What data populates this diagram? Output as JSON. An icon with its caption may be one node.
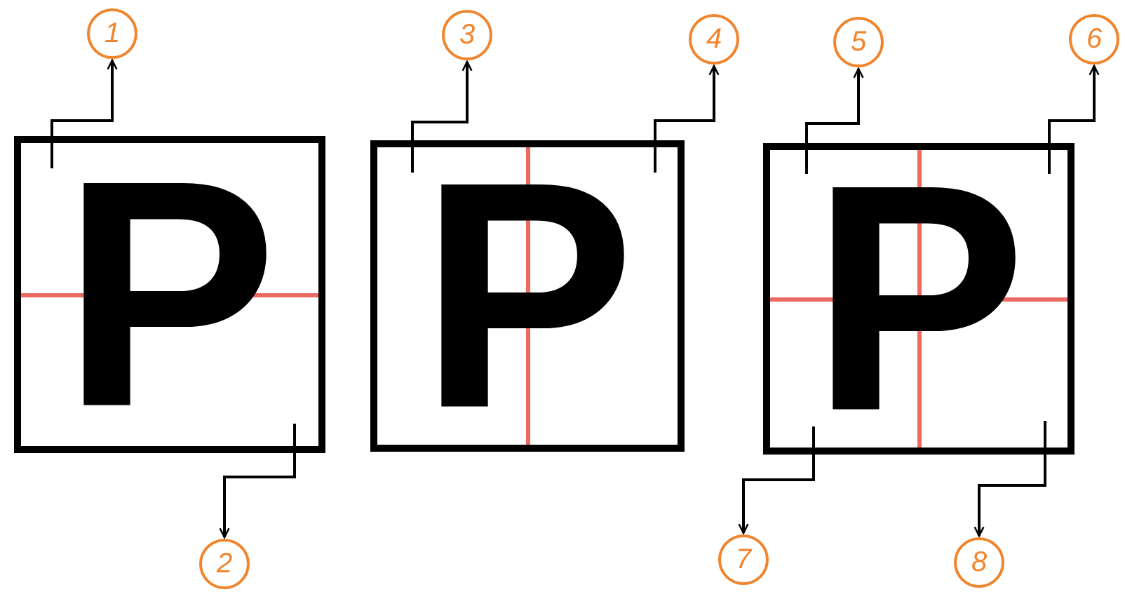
{
  "diagram": {
    "nodes": [
      {
        "text": [
          "P"
        ]
      },
      {
        "text": [
          "P"
        ]
      },
      {
        "text": [
          "P"
        ]
      },
      {
        "text": [
          "1"
        ]
      },
      {
        "text": [
          "2"
        ]
      },
      {
        "text": [
          "3"
        ]
      },
      {
        "text": [
          "4"
        ]
      },
      {
        "text": [
          "5"
        ]
      },
      {
        "text": [
          "6"
        ]
      },
      {
        "text": [
          "7"
        ]
      },
      {
        "text": [
          "8"
        ]
      }
    ],
    "edges": [
      {
        "from": 0,
        "to": 3,
        "arrow": "to"
      },
      {
        "from": 0,
        "to": 4,
        "arrow": "to"
      },
      {
        "from": 1,
        "to": 5,
        "arrow": "to"
      },
      {
        "from": 1,
        "to": 6,
        "arrow": "to"
      },
      {
        "from": 2,
        "to": 7,
        "arrow": "to"
      },
      {
        "from": 2,
        "to": 8,
        "arrow": "to"
      },
      {
        "from": 2,
        "to": 9,
        "arrow": "to"
      },
      {
        "from": 2,
        "to": 10,
        "arrow": "to"
      }
    ]
  }
}
